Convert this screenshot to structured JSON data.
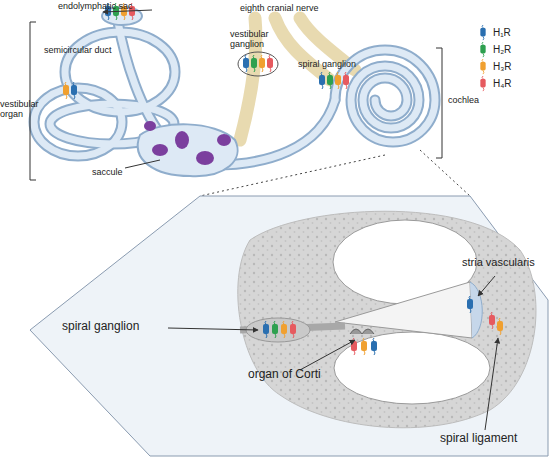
{
  "diagram": {
    "labels": [
      "endolymphatic sac",
      "eighth cranial nerve",
      "semicircular duct",
      "vestibular ganglion",
      "spiral ganglion",
      "vestibular organ",
      "saccule",
      "cochlea",
      "spiral ganglion",
      "stria vascularis",
      "organ of Corti",
      "spiral ligament"
    ],
    "legend": [
      {
        "text": "H₁R",
        "color": "#2a6fb0"
      },
      {
        "text": "H₂R",
        "color": "#2ea04f"
      },
      {
        "text": "H₃R",
        "color": "#f0a030"
      },
      {
        "text": "H₄R",
        "color": "#e65a5f"
      }
    ]
  }
}
